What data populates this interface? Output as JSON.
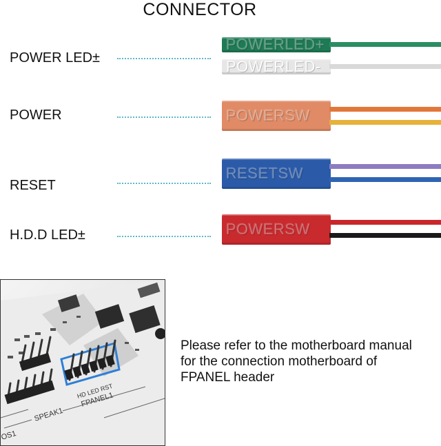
{
  "title": "CONNECTOR",
  "rows": [
    {
      "label": "POWER LED±",
      "housings": [
        {
          "text": "POWERLED+",
          "color": "#1e7a55"
        },
        {
          "text": "POWERLED-",
          "color": "#e6e6e6"
        }
      ],
      "wires": [
        "#2a8e62",
        "#d9d9d9"
      ]
    },
    {
      "label": "POWER",
      "housings": [
        {
          "text": "POWERSW",
          "color": "#e08a66"
        }
      ],
      "wires": [
        "#e2773a",
        "#e6b23a"
      ]
    },
    {
      "label": "RESET",
      "housings": [
        {
          "text": "RESETSW",
          "color": "#2a5aa8"
        }
      ],
      "wires": [
        "#8c7dc2",
        "#2f64b3"
      ]
    },
    {
      "label": "H.D.D LED±",
      "housings": [
        {
          "text": "POWERSW",
          "color": "#c82a2e"
        }
      ],
      "wires": [
        "#c8262b",
        "#1a1a1a"
      ]
    }
  ],
  "photo": {
    "header_label": "FPANEL1",
    "pin_labels": "HD LED RST",
    "speaker_label": "SPEAK1",
    "edge_label": "OS1"
  },
  "note": "Please refer to the motherboard manual for the connection motherboard of FPANEL header"
}
